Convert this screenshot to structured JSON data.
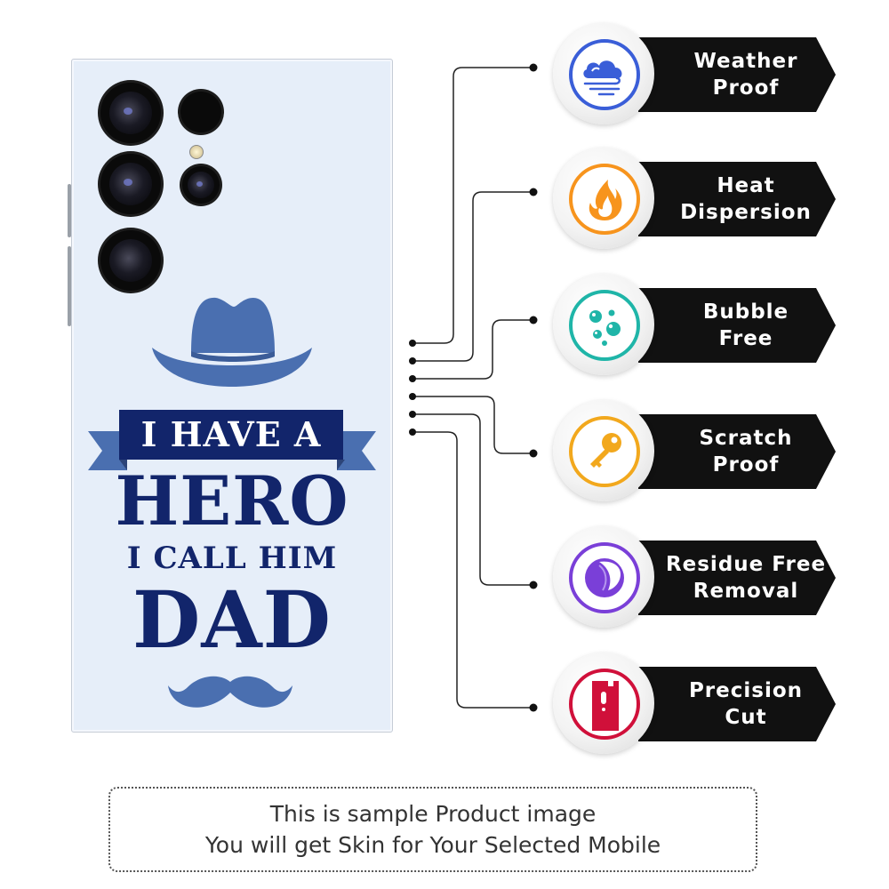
{
  "design": {
    "banner": "I HAVE A",
    "line_hero": "HERO",
    "line_call": "I CALL HIM",
    "line_dad": "DAD",
    "accent_color": "#4a6fb0",
    "text_color": "#12256b"
  },
  "features": [
    {
      "line1": "Weather",
      "line2": "Proof",
      "icon": "weather-cloud-icon",
      "color": "#3a5ed8"
    },
    {
      "line1": "Heat",
      "line2": "Dispersion",
      "icon": "flame-icon",
      "color": "#f7941d"
    },
    {
      "line1": "Bubble",
      "line2": "Free",
      "icon": "bubbles-icon",
      "color": "#1fb5a8"
    },
    {
      "line1": "Scratch",
      "line2": "Proof",
      "icon": "key-icon",
      "color": "#f2a81d"
    },
    {
      "line1": "Residue Free",
      "line2": "Removal",
      "icon": "moon-icon",
      "color": "#7a3fd8"
    },
    {
      "line1": "Precision",
      "line2": "Cut",
      "icon": "precision-cut-icon",
      "color": "#d0103a"
    }
  ],
  "notice": {
    "line1": "This is sample Product image",
    "line2": "You will get Skin for Your Selected Mobile"
  }
}
